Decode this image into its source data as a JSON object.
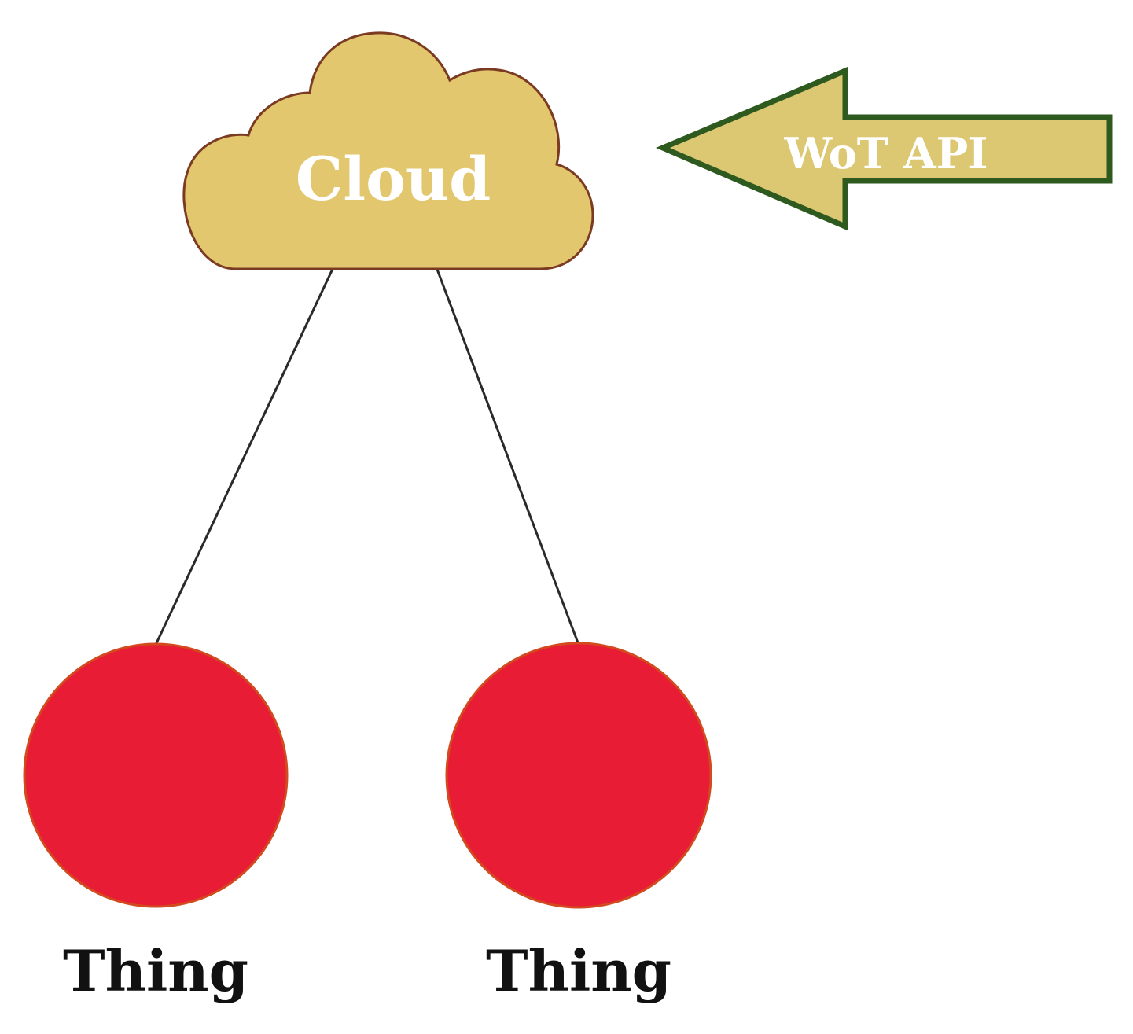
{
  "colors": {
    "cloud_fill": "#E2C76E",
    "cloud_stroke": "#7A3B22",
    "cloud_text": "#FFFFFF",
    "arrow_fill": "#DCC773",
    "arrow_stroke": "#2E5A1F",
    "arrow_text": "#FFFFFF",
    "thing_fill": "#E81C35",
    "thing_stroke": "#D24A1E",
    "thing_text": "#111111",
    "connector": "#2A2A2A"
  },
  "cloud": {
    "label": "Cloud"
  },
  "api_arrow": {
    "label": "WoT API",
    "direction": "left"
  },
  "things": [
    {
      "label": "Thing"
    },
    {
      "label": "Thing"
    }
  ],
  "connections": [
    {
      "from": "cloud",
      "to": "thing-1"
    },
    {
      "from": "cloud",
      "to": "thing-2"
    }
  ]
}
